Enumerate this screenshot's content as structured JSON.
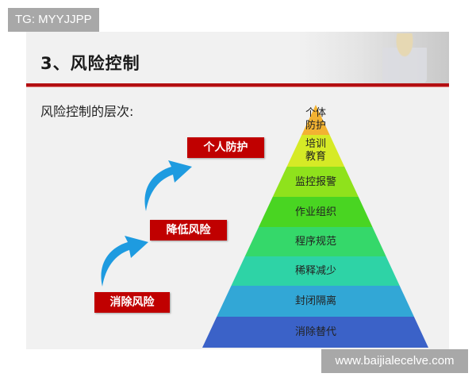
{
  "watermark_top": "TG: MYYJJPP",
  "watermark_bottom": "www.baijialecelve.com",
  "slide": {
    "title": "3、风险控制",
    "subtitle": "风险控制的层次:",
    "accent_color": "#c00000",
    "steps": [
      {
        "label": "消除风险"
      },
      {
        "label": "降低风险"
      },
      {
        "label": "个人防护"
      }
    ],
    "pyramid": {
      "layers_top_to_bottom": [
        {
          "label_line1": "个体",
          "label_line2": "防护",
          "color": "#f2b233"
        },
        {
          "label_line1": "培训",
          "label_line2": "教育",
          "color": "#d6ea28"
        },
        {
          "label": "监控报警",
          "color": "#8fe21e"
        },
        {
          "label": "作业组织",
          "color": "#49d524"
        },
        {
          "label": "程序规范",
          "color": "#35d86b"
        },
        {
          "label": "稀释减少",
          "color": "#2fd3a6"
        },
        {
          "label": "封闭隔离",
          "color": "#32a7d6"
        },
        {
          "label": "消除替代",
          "color": "#3a62c8"
        }
      ]
    }
  }
}
